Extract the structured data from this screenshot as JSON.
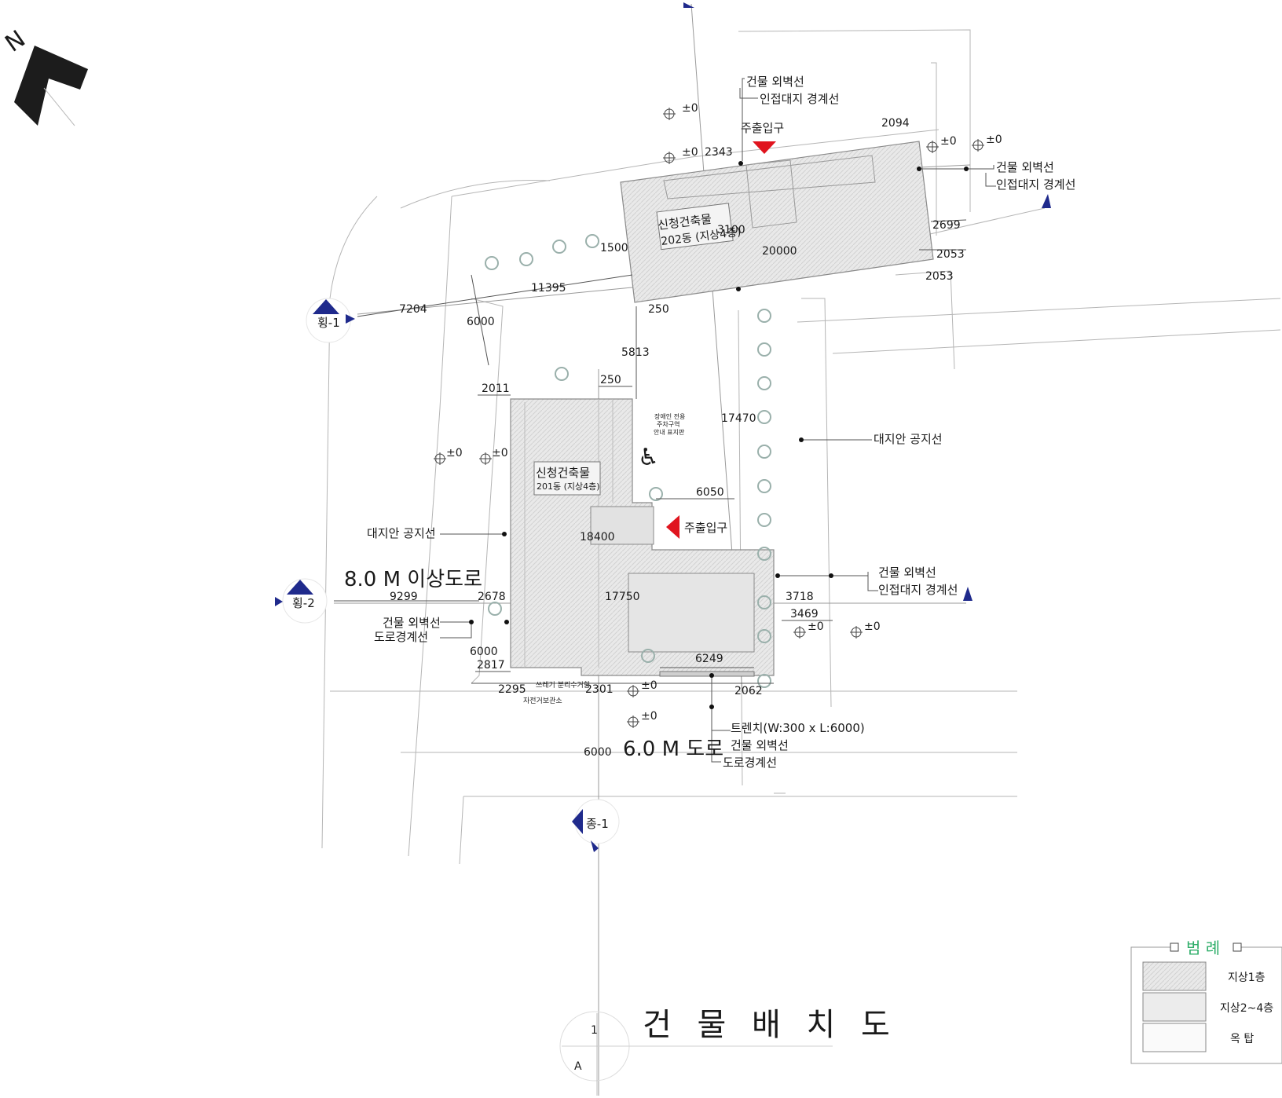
{
  "north_label": "N",
  "title": "건 물 배 치 도",
  "title_ref": {
    "number": "1",
    "sheet": "A"
  },
  "roads": {
    "road_west": "8.0 M 이상도로",
    "road_south": "6.0 M 도로"
  },
  "sections": {
    "h1": "횡-1",
    "h2": "횡-2",
    "v1": "종-1"
  },
  "buildings": {
    "b202": {
      "name": "신청건축물",
      "sub": "202동 (지상4층)"
    },
    "b201": {
      "name": "신청건축물",
      "sub": "201동 (지상4층)"
    }
  },
  "labels": {
    "wall_line_n": "건물 외벽선",
    "adj_boundary_n": "인접대지 경계선",
    "entrance_n": "주출입구",
    "wall_line_ne": "건물 외벽선",
    "adj_boundary_ne": "인접대지 경계선",
    "open_space_e": "대지안 공지선",
    "open_space_w": "대지안 공지선",
    "entrance_e": "주출입구",
    "wall_line_e": "건물 외벽선",
    "adj_boundary_e": "인접대지 경계선",
    "wall_line_w": "건물 외벽선",
    "road_boundary_w": "도로경계선",
    "trench": "트렌치(W:300 x L:6000)",
    "wall_line_s": "건물 외벽선",
    "road_boundary_s": "도로경계선",
    "accessible_note": [
      "장애인 전용",
      "주차구역",
      "안내 표지판"
    ],
    "waste_note": "쓰레기 분리수거함",
    "bike_note": "자전거보관소"
  },
  "levels": {
    "pm0": "±0"
  },
  "dimensions": {
    "d2094": "2094",
    "d2343": "2343",
    "d3100": "3100",
    "d1500": "1500",
    "d20000": "20000",
    "d2699": "2699",
    "d2053a": "2053",
    "d2053b": "2053",
    "d11395": "11395",
    "d7204": "7204",
    "d6000a": "6000",
    "d250a": "250",
    "d5813": "5813",
    "d2011": "2011",
    "d250b": "250",
    "d17470": "17470",
    "d6050": "6050",
    "d18400": "18400",
    "d9299": "9299",
    "d2678": "2678",
    "d17750": "17750",
    "d3718": "3718",
    "d3469": "3469",
    "d6000b": "6000",
    "d2817": "2817",
    "d6249": "6249",
    "d2295": "2295",
    "d2301": "2301",
    "d2062": "2062",
    "d6000c": "6000"
  },
  "legend": {
    "title": "범 례",
    "items": [
      {
        "label": "지상1층"
      },
      {
        "label": "지상2~4층"
      },
      {
        "label": "옥 탑"
      }
    ]
  },
  "colors": {
    "entrance_marker": "#e0141e",
    "section_marker": "#1f2a8c",
    "legend_title": "#2fae6a"
  }
}
